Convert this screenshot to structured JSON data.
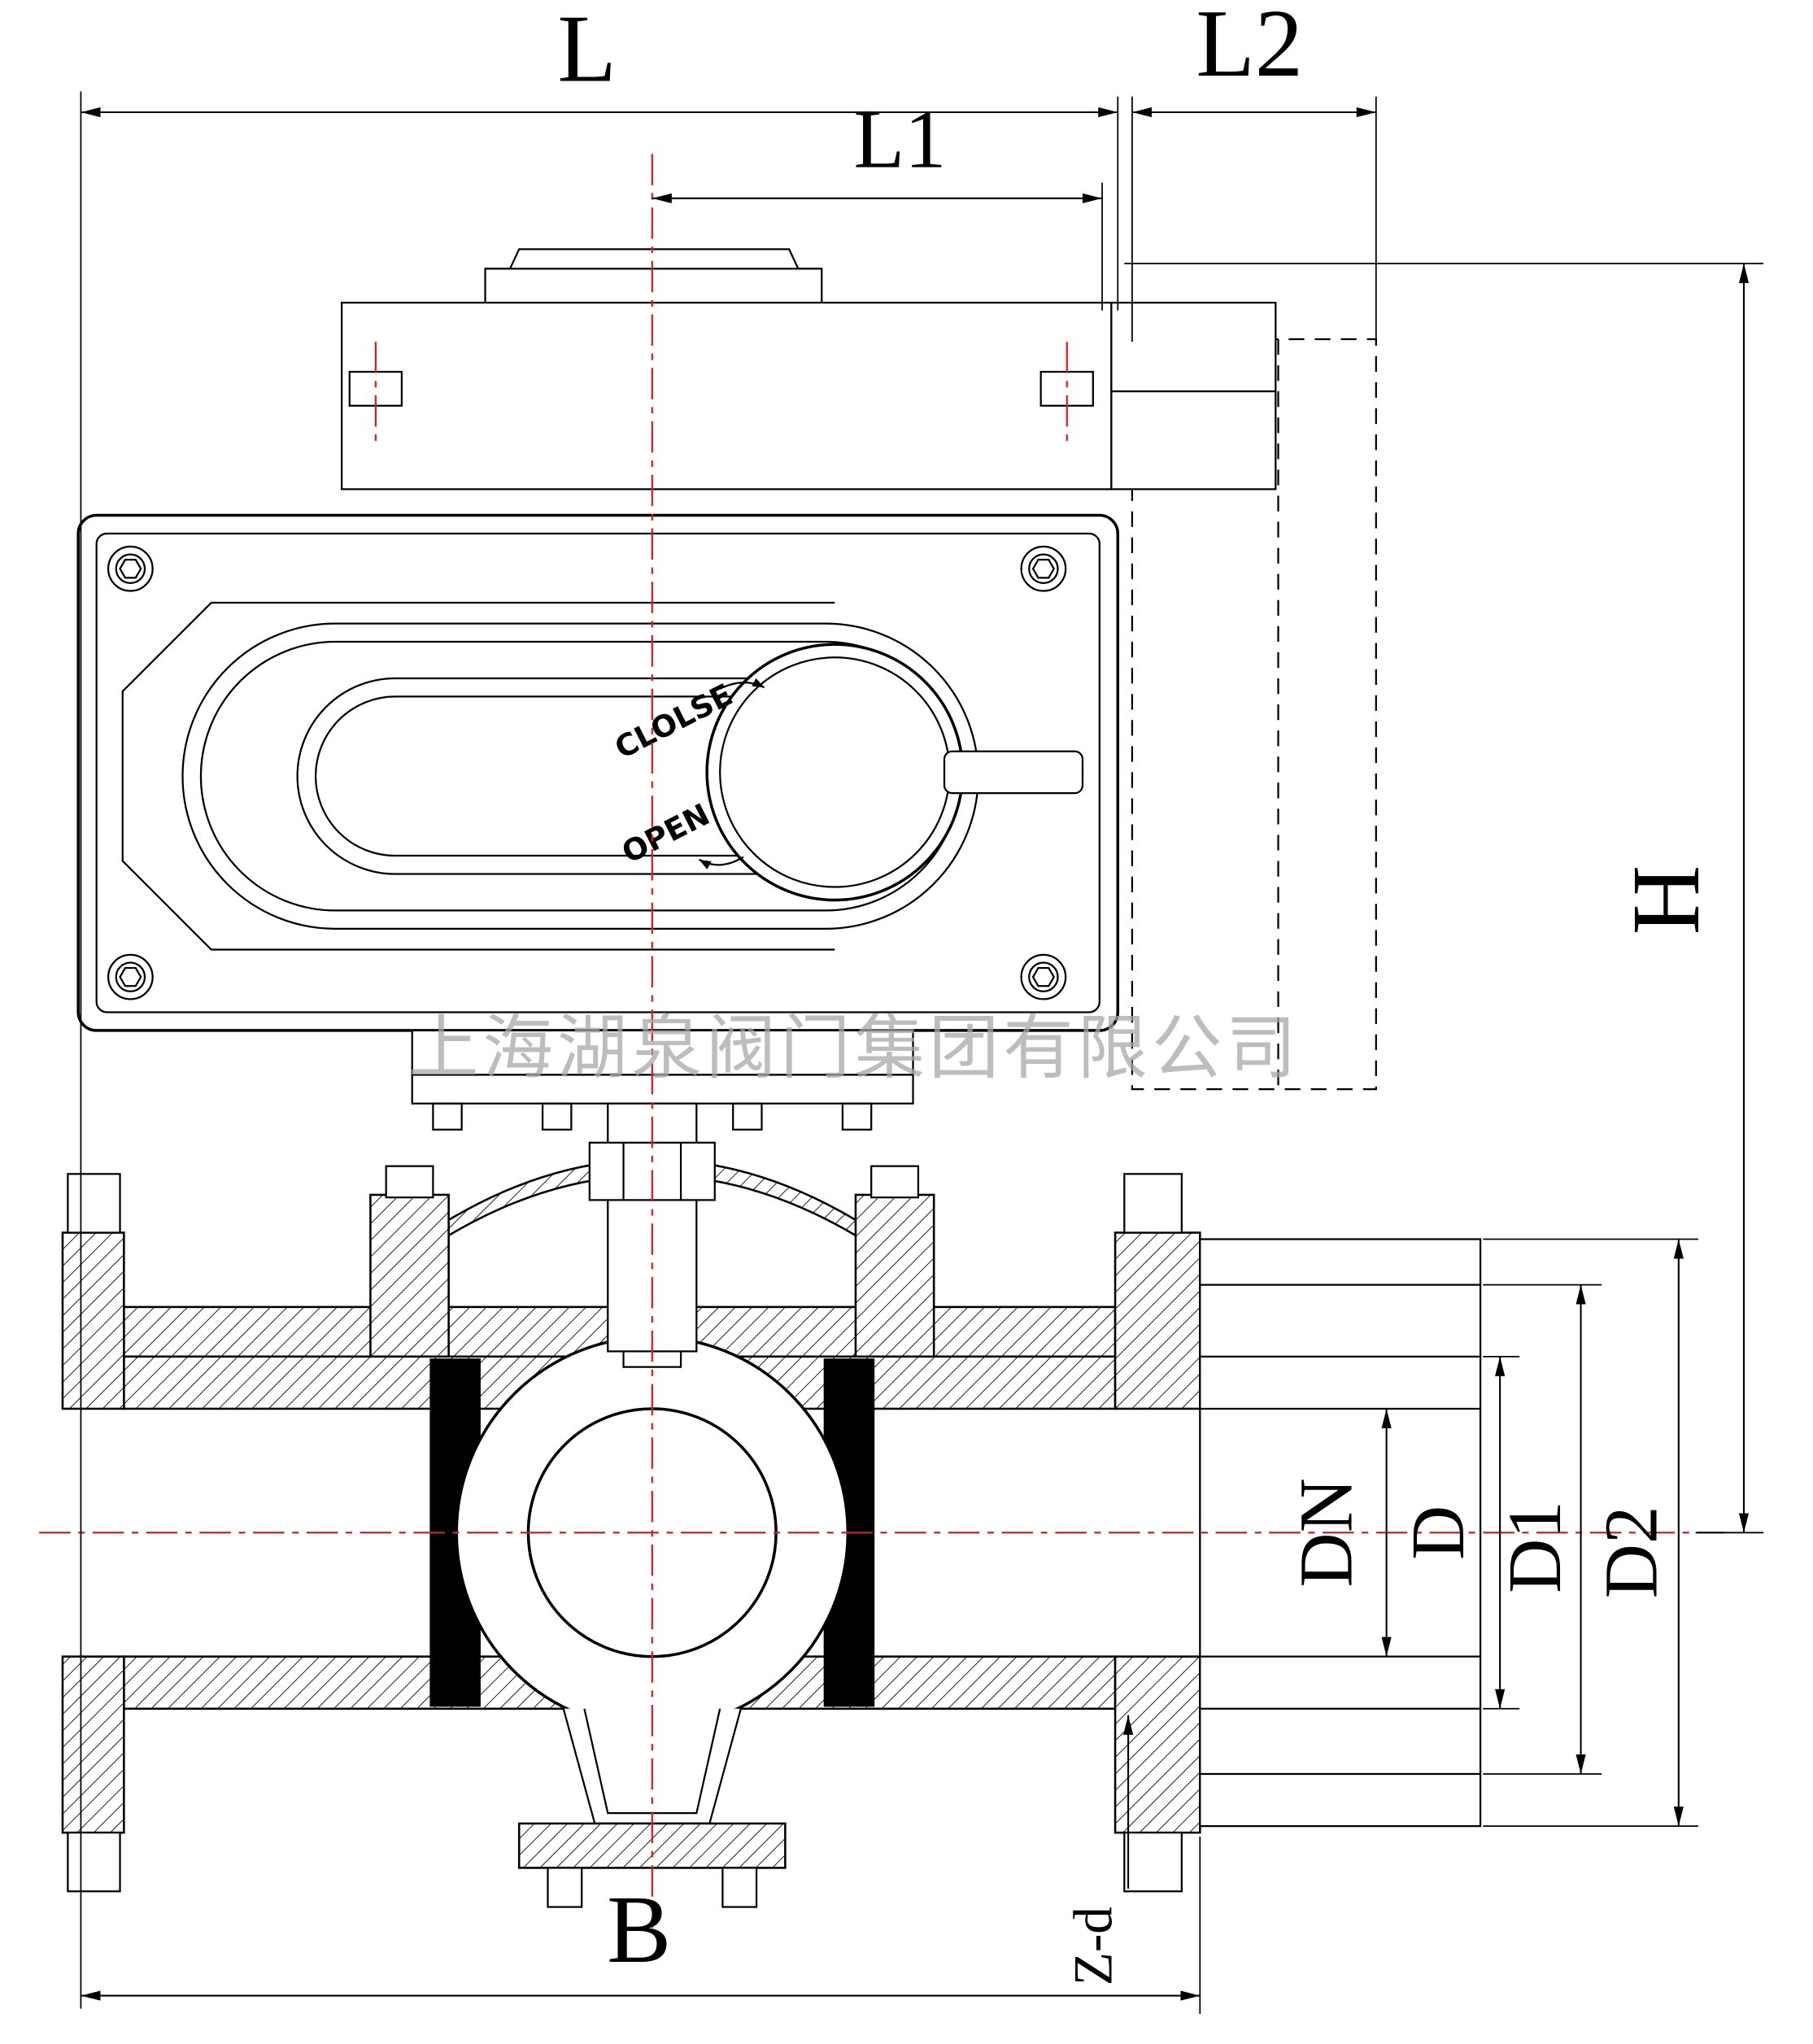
{
  "watermark": "上海湖泉阀门集团有限公司",
  "actuator": {
    "close_label": "CLOLSE",
    "open_label": "OPEN"
  },
  "dimension_labels": {
    "L": "L",
    "L1": "L1",
    "L2": "L2",
    "H": "H",
    "B": "B",
    "DN": "DN",
    "D": "D",
    "D1": "D1",
    "D2": "D2",
    "Z_d": "Z-d"
  },
  "colors": {
    "line": "#000000",
    "centerline": "#cc2222",
    "watermark": "#a8a8a8",
    "background": "#ffffff",
    "seat": "#000000"
  }
}
